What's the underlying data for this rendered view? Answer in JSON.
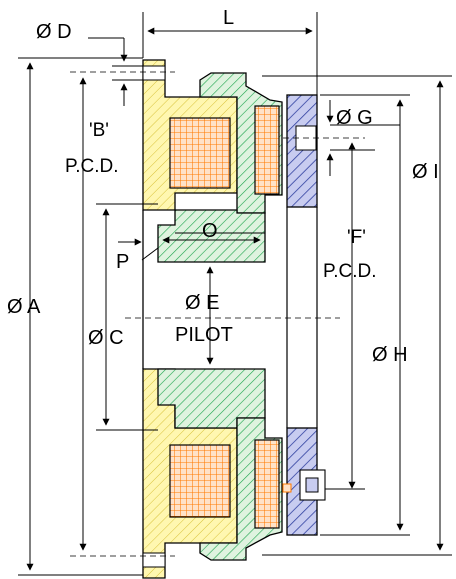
{
  "labels": {
    "phi_d": "Ø D",
    "l": "L",
    "b_line1": "'B'",
    "b_line2": "P.C.D.",
    "phi_g": "Ø G",
    "phi_i": "Ø I",
    "o": "O",
    "f_line1": "'F'",
    "f_line2": "P.C.D.",
    "p": "P",
    "phi_a": "Ø A",
    "phi_c": "Ø C",
    "phi_e": "Ø E",
    "pilot": "PILOT",
    "phi_h": "Ø H"
  },
  "colors": {
    "line": "#000000",
    "yellow_fill": "#fff7b0",
    "yellow_hatch": "#d8c23a",
    "coil_fill": "#ffe2c8",
    "coil_grid": "#ff7a00",
    "green_fill": "#dff3df",
    "green_hatch": "#1aa34a",
    "blue_fill": "#c8ccf0",
    "blue_hatch": "#3040a0",
    "dash": "#000000"
  }
}
